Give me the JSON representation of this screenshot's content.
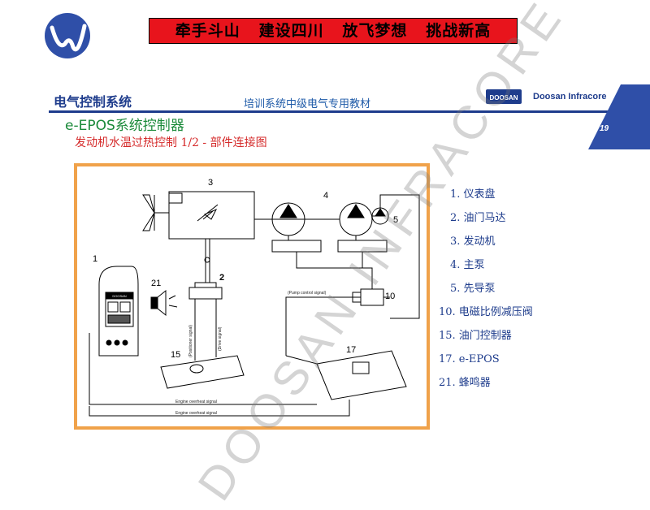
{
  "header": {
    "slogan": "牵手斗山   建设四川   放飞梦想   挑战新高",
    "subject": "电气控制系统",
    "course": "培训系统中级电气专用教材",
    "brand": "Doosan Infracore",
    "brand_mark": "DOOSAN",
    "page_number": "19"
  },
  "title": "e-EPOS系统控制器",
  "subtitle": "发动机水温过热控制 1/2 - 部件连接图",
  "watermark": "DOOSAN INFRACORE",
  "diagram": {
    "labels": {
      "n1": "1",
      "n2": "2",
      "n3": "3",
      "n4": "4",
      "n5": "5",
      "n10": "10",
      "n15": "15",
      "n17": "17",
      "n21": "21"
    },
    "signals": {
      "pump_control": "(Pump control signal)",
      "positioner": "(Positioner signal)",
      "drive": "(Drive signal)",
      "engine_overheat_1": "Engine overheat signal",
      "engine_overheat_2": "Engine overheat signal"
    },
    "monitor_text": "DOOSAN"
  },
  "legend": [
    "1. 仪表盘",
    "2. 油门马达",
    "3. 发动机",
    "4. 主泵",
    "5. 先导泵",
    "10. 电磁比例减压阀",
    "15. 油门控制器",
    "17. e-EPOS",
    "21. 蜂鸣器"
  ],
  "colors": {
    "slogan_bg": "#e8141c",
    "header_blue": "#1e3c8c",
    "title_green": "#1b8a3a",
    "subtitle_red": "#d52b2b",
    "frame_orange": "#f0a24a"
  }
}
